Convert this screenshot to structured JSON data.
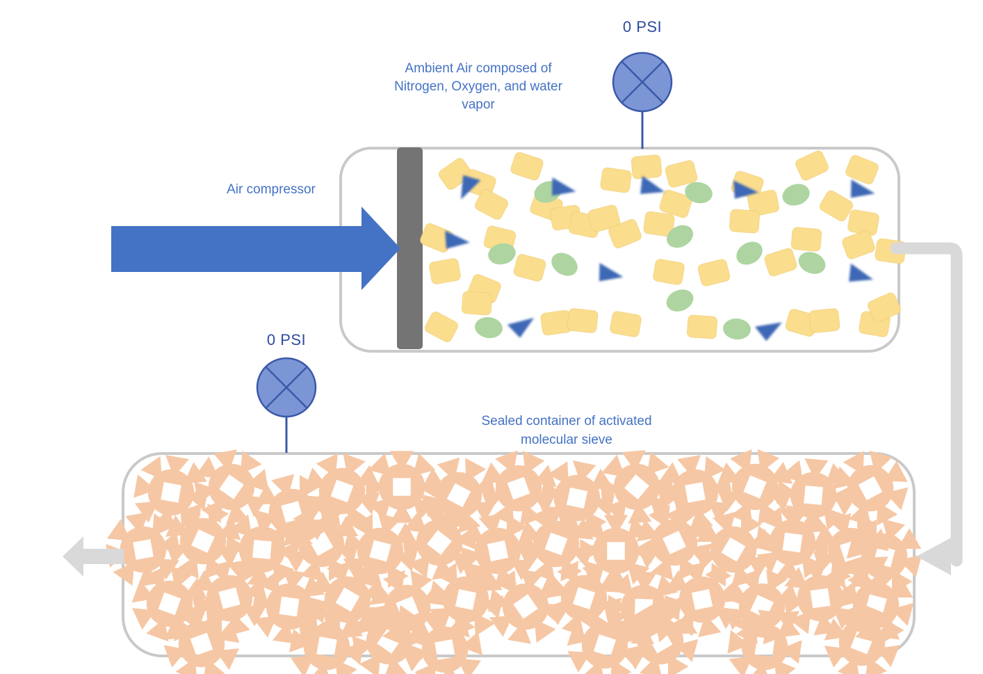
{
  "labels": {
    "ambient_air": "Ambient Air composed of Nitrogen, Oxygen, and water vapor",
    "air_compressor": "Air compressor",
    "sieve_container": "Sealed container of activated molecular sieve",
    "gauge_top_reading": "0 PSI",
    "gauge_bottom_reading": "0 PSI"
  },
  "colors": {
    "label_blue": "#4472C4",
    "psi_blue": "#2E4B9D",
    "gauge_fill": "#7C95D5",
    "gauge_stroke": "#3A59A8",
    "flow_arrow_blue": "#4472C4",
    "piston_gray": "#747474",
    "container_border": "#C9C9C9",
    "pipe_gray": "#D9D9D9",
    "nitrogen_yellow": "#FBDD8E",
    "nitrogen_outline": "#E9C86B",
    "oxygen_green": "#AED5A1",
    "water_blue": "#3E68B5",
    "sieve_orange": "#F6C7A4"
  },
  "molecules": {
    "nitrogen_rects": [
      [
        655,
        250,
        -35
      ],
      [
        690,
        264,
        20
      ],
      [
        707,
        294,
        28
      ],
      [
        758,
        239,
        18
      ],
      [
        786,
        297,
        20
      ],
      [
        814,
        313,
        -8
      ],
      [
        841,
        323,
        12
      ],
      [
        886,
        259,
        8
      ],
      [
        930,
        240,
        -5
      ],
      [
        972,
        293,
        18
      ],
      [
        980,
        250,
        -15
      ],
      [
        1075,
        266,
        18
      ],
      [
        1098,
        292,
        -12
      ],
      [
        1071,
        318,
        4
      ],
      [
        628,
        342,
        22
      ],
      [
        719,
        344,
        14
      ],
      [
        869,
        314,
        -14
      ],
      [
        899,
        336,
        -22
      ],
      [
        948,
        322,
        8
      ],
      [
        1168,
        238,
        -25
      ],
      [
        1240,
        244,
        22
      ],
      [
        1203,
        296,
        30
      ],
      [
        1242,
        320,
        10
      ],
      [
        1235,
        352,
        -20
      ],
      [
        1281,
        361,
        8
      ],
      [
        1160,
        344,
        5
      ],
      [
        640,
        390,
        -10
      ],
      [
        697,
        415,
        22
      ],
      [
        686,
        436,
        4
      ],
      [
        762,
        385,
        15
      ],
      [
        962,
        391,
        10
      ],
      [
        1027,
        392,
        -14
      ],
      [
        1123,
        377,
        -18
      ],
      [
        635,
        470,
        28
      ],
      [
        800,
        464,
        -8
      ],
      [
        838,
        461,
        6
      ],
      [
        900,
        466,
        10
      ],
      [
        1010,
        470,
        4
      ],
      [
        1153,
        464,
        16
      ],
      [
        1186,
        461,
        -6
      ],
      [
        1258,
        466,
        10
      ],
      [
        1272,
        442,
        -24
      ]
    ],
    "oxygen_ovals": [
      [
        788,
        276,
        -20
      ],
      [
        722,
        365,
        -12
      ],
      [
        812,
        380,
        32
      ],
      [
        703,
        471,
        8
      ],
      [
        978,
        340,
        -28
      ],
      [
        978,
        432,
        -22
      ],
      [
        1005,
        277,
        12
      ],
      [
        1060,
        473,
        5
      ],
      [
        1145,
        280,
        -18
      ],
      [
        1168,
        378,
        22
      ],
      [
        1078,
        364,
        -32
      ]
    ],
    "water_triangles": [
      [
        672,
        270,
        115
      ],
      [
        810,
        271,
        10
      ],
      [
        938,
        270,
        15
      ],
      [
        1072,
        274,
        5
      ],
      [
        1240,
        274,
        10
      ],
      [
        657,
        346,
        5
      ],
      [
        878,
        394,
        10
      ],
      [
        1238,
        396,
        15
      ],
      [
        752,
        467,
        -35
      ],
      [
        1108,
        472,
        -30
      ]
    ]
  },
  "sieve_gears": [
    [
      246,
      708,
      10
    ],
    [
      333,
      700,
      35
    ],
    [
      420,
      736,
      -15
    ],
    [
      492,
      706,
      20
    ],
    [
      578,
      700,
      0
    ],
    [
      660,
      712,
      28
    ],
    [
      746,
      702,
      -20
    ],
    [
      830,
      716,
      12
    ],
    [
      916,
      700,
      40
    ],
    [
      1000,
      708,
      -10
    ],
    [
      1086,
      700,
      22
    ],
    [
      1170,
      712,
      5
    ],
    [
      1252,
      702,
      -28
    ],
    [
      206,
      790,
      -10
    ],
    [
      292,
      778,
      25
    ],
    [
      377,
      790,
      5
    ],
    [
      462,
      782,
      -30
    ],
    [
      547,
      792,
      15
    ],
    [
      632,
      780,
      38
    ],
    [
      716,
      792,
      -12
    ],
    [
      800,
      782,
      20
    ],
    [
      886,
      792,
      0
    ],
    [
      970,
      780,
      -25
    ],
    [
      1055,
      790,
      30
    ],
    [
      1140,
      780,
      8
    ],
    [
      1224,
      792,
      -18
    ],
    [
      1272,
      800,
      15
    ],
    [
      244,
      868,
      20
    ],
    [
      330,
      860,
      -15
    ],
    [
      416,
      872,
      8
    ],
    [
      500,
      862,
      30
    ],
    [
      586,
      874,
      -22
    ],
    [
      670,
      862,
      12
    ],
    [
      756,
      872,
      -35
    ],
    [
      840,
      860,
      18
    ],
    [
      926,
      874,
      2
    ],
    [
      1010,
      862,
      -12
    ],
    [
      1096,
      872,
      25
    ],
    [
      1180,
      860,
      -8
    ],
    [
      1260,
      870,
      15
    ],
    [
      290,
      926,
      -20
    ],
    [
      470,
      930,
      10
    ],
    [
      560,
      922,
      35
    ],
    [
      640,
      934,
      -10
    ],
    [
      870,
      928,
      18
    ],
    [
      950,
      922,
      -30
    ],
    [
      1100,
      930,
      8
    ],
    [
      1240,
      924,
      22
    ]
  ]
}
